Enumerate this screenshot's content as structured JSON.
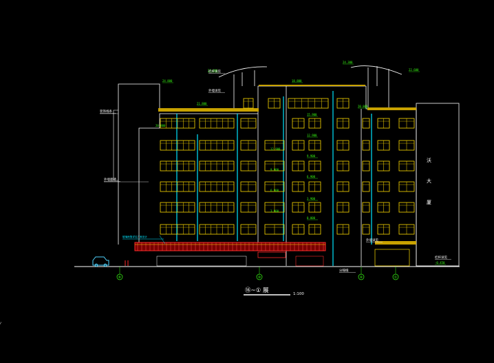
{
  "drawing": {
    "title": "⑯~① 展",
    "scale": "1:100",
    "side_building_label": [
      "沃",
      "大",
      "厦"
    ],
    "grid_axes": [
      "⑥",
      "⑩",
      "④",
      "①"
    ],
    "level_marks": [
      "24.800",
      "23.800",
      "24.300",
      "22.600",
      "21.800",
      "20.800",
      "18.800",
      "15.900",
      "12.900",
      "9.900",
      "6.900",
      "3.900",
      "0.000",
      "-0.450"
    ],
    "notes": [
      "栏杆详见",
      "外墙详见",
      "装饰线条",
      "外墙面砖",
      "分隔缝"
    ],
    "signboard_note": "玻璃雨篷详见厂家设计"
  }
}
